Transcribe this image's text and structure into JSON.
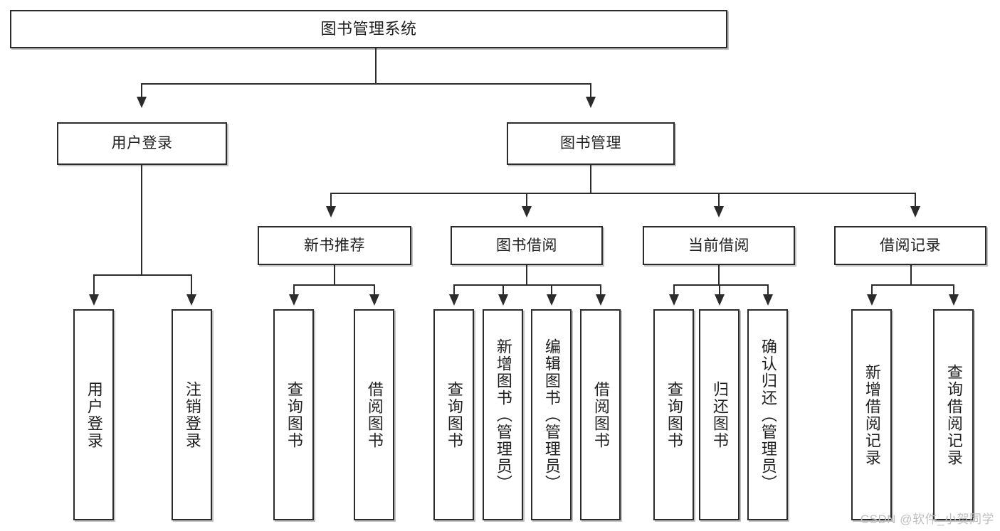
{
  "diagram": {
    "title": "图书管理系统",
    "type": "tree-hierarchy-chart",
    "root": {
      "id": "root",
      "label": "图书管理系统"
    },
    "level2": [
      {
        "id": "user-login",
        "label": "用户登录"
      },
      {
        "id": "book-manage",
        "label": "图书管理"
      }
    ],
    "level3": [
      {
        "id": "new-book-recommend",
        "label": "新书推荐"
      },
      {
        "id": "book-borrow",
        "label": "图书借阅"
      },
      {
        "id": "current-borrow",
        "label": "当前借阅"
      },
      {
        "id": "borrow-record",
        "label": "借阅记录"
      }
    ],
    "leaves": {
      "user_login": [
        {
          "id": "leaf-user-login",
          "label": "用户登录"
        },
        {
          "id": "leaf-logout-login",
          "label": "注销登录"
        }
      ],
      "new_book_recommend": [
        {
          "id": "leaf-query-book-1",
          "label": "查询图书"
        },
        {
          "id": "leaf-borrow-book-1",
          "label": "借阅图书"
        }
      ],
      "book_borrow": [
        {
          "id": "leaf-query-book-2",
          "label": "查询图书"
        },
        {
          "id": "leaf-add-book",
          "label": "新增图书（管理员）"
        },
        {
          "id": "leaf-edit-book",
          "label": "编辑图书（管理员）"
        },
        {
          "id": "leaf-borrow-book-2",
          "label": "借阅图书"
        }
      ],
      "current_borrow": [
        {
          "id": "leaf-query-book-3",
          "label": "查询图书"
        },
        {
          "id": "leaf-return-book",
          "label": "归还图书"
        },
        {
          "id": "leaf-confirm-return",
          "label": "确认归还（管理员）"
        }
      ],
      "borrow_record": [
        {
          "id": "leaf-add-record",
          "label": "新增借阅记录"
        },
        {
          "id": "leaf-query-record",
          "label": "查询借阅记录"
        }
      ]
    }
  },
  "watermark": {
    "text": "CSDN @软件_小贺同学"
  },
  "colors": {
    "border": "#2b2b2b",
    "background": "#ffffff",
    "text": "#1f1f1f",
    "watermark": "#bfbfbf"
  }
}
